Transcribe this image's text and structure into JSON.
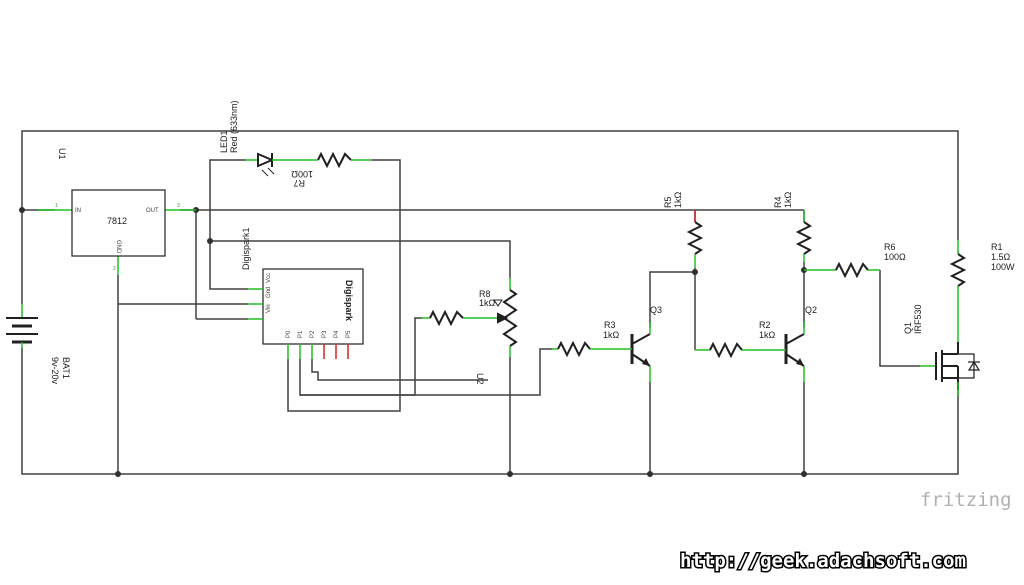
{
  "regulator": {
    "ref": "U1",
    "part": "7812",
    "pin_in": "IN",
    "pin_out": "OUT",
    "pin_gnd": "GND"
  },
  "battery": {
    "ref": "BAT1",
    "value": "9v-20v"
  },
  "led": {
    "ref": "LED1",
    "value": "Red (633nm)"
  },
  "r7": {
    "ref": "R7",
    "value": "100Ω"
  },
  "digispark": {
    "ref": "Digispark1",
    "title": "Digispark",
    "pins": [
      "Vin",
      "Gnd",
      "Vcc"
    ],
    "io_pins": [
      "P0",
      "P1",
      "P2",
      "P3",
      "P4",
      "P5"
    ]
  },
  "u2": {
    "ref": "U2"
  },
  "r8": {
    "ref": "R8",
    "value": "1kΩ"
  },
  "r3": {
    "ref": "R3",
    "value": "1kΩ"
  },
  "r5": {
    "ref": "R5",
    "value": "1kΩ"
  },
  "q3": {
    "ref": "Q3"
  },
  "r2": {
    "ref": "R2",
    "value": "1kΩ"
  },
  "r4": {
    "ref": "R4",
    "value": "1kΩ"
  },
  "q2": {
    "ref": "Q2"
  },
  "r6": {
    "ref": "R6",
    "value": "100Ω"
  },
  "q1": {
    "ref": "Q1",
    "value": "IRF530"
  },
  "r1": {
    "ref": "R1",
    "value": "1.5Ω",
    "power": "100W"
  },
  "watermark": {
    "brand": "fritzing",
    "url": "http://geek.adachsoft.com"
  },
  "colors": {
    "wire": "#404040",
    "pin": "#22c022",
    "pin_unconnected": "#e02020",
    "component": "#202020"
  }
}
